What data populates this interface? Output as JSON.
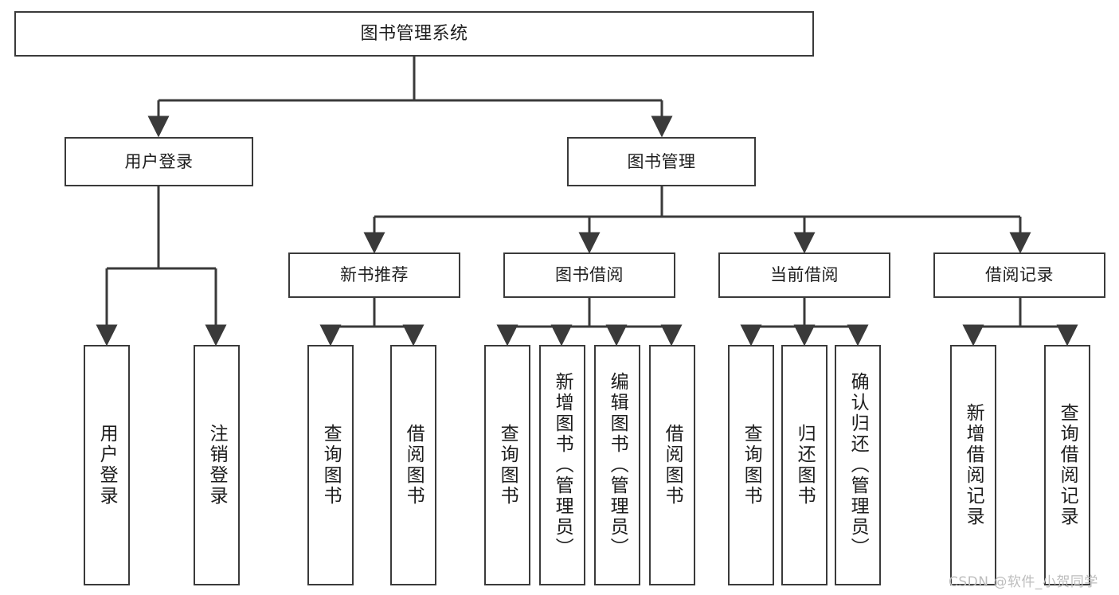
{
  "diagram": {
    "type": "tree",
    "title": "图书管理系统",
    "orientation": "top-down",
    "colors": {
      "background": "#ffffff",
      "box_border": "#3a3a3a",
      "box_fill": "#ffffff",
      "edge": "#3a3a3a",
      "text": "#1d1d1d",
      "watermark": "#bdbdbd"
    },
    "root": {
      "label": "图书管理系统"
    },
    "level1": [
      {
        "label": "用户登录"
      },
      {
        "label": "图书管理"
      }
    ],
    "level2": [
      {
        "label": "新书推荐"
      },
      {
        "label": "图书借阅"
      },
      {
        "label": "当前借阅"
      },
      {
        "label": "借阅记录"
      }
    ],
    "leaves": {
      "user_login": [
        {
          "label": "用户登录"
        },
        {
          "label": "注销登录"
        }
      ],
      "new_book_recommend": [
        {
          "label": "查询图书"
        },
        {
          "label": "借阅图书"
        }
      ],
      "book_borrow": [
        {
          "label": "查询图书"
        },
        {
          "label": "新增图书（管理员）"
        },
        {
          "label": "编辑图书（管理员）"
        },
        {
          "label": "借阅图书"
        }
      ],
      "current_borrow": [
        {
          "label": "查询图书"
        },
        {
          "label": "归还图书"
        },
        {
          "label": "确认归还（管理员）"
        }
      ],
      "borrow_record": [
        {
          "label": "新增借阅记录"
        },
        {
          "label": "查询借阅记录"
        }
      ]
    }
  },
  "watermark": {
    "text": "CSDN @软件_小贺同学"
  }
}
